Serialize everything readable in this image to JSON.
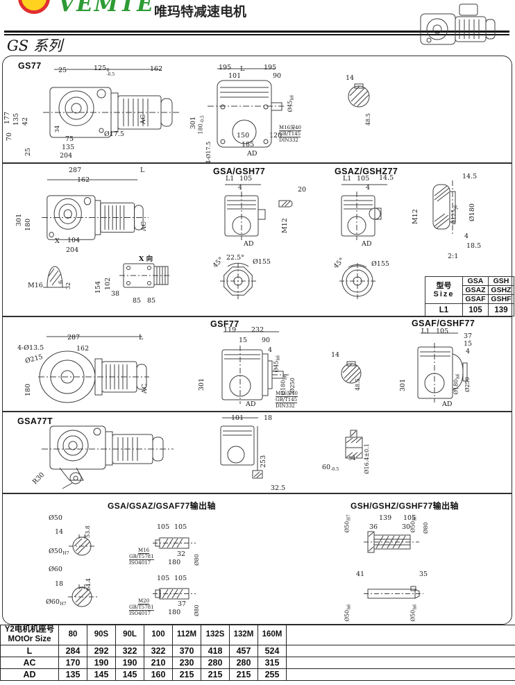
{
  "header": {
    "brand": "VEMTE",
    "tagline": "唯玛特减速电机",
    "series_title": "GS 系列"
  },
  "gs77": {
    "title": "GS77",
    "front": {
      "t25": "25",
      "w125": {
        "v": "125",
        "sup": "0",
        "sub": "-0.5"
      },
      "w162": "162",
      "wL": "L",
      "h177": "177",
      "h135": "135",
      "h42": "42",
      "h70": "70",
      "h25": "25",
      "h34": "34",
      "hole": "Ø17.5",
      "b75": "75",
      "b135": "135",
      "b204": "204",
      "ac": "AC"
    },
    "rear": {
      "t195a": "195",
      "t195b": "195",
      "t101": "101",
      "t90": "90",
      "shaft": {
        "v": "Ø45",
        "sub": "k6"
      },
      "h301": "301",
      "h180": {
        "v": "180",
        "sub": "-0.5"
      },
      "holes": "4-Ø17.5",
      "b150": "150",
      "b120": "120",
      "b185": "185",
      "ad": "AD",
      "note1": "M16深40",
      "note2": "GB/T145",
      "note3": "DIN332"
    },
    "key": {
      "w14": "14",
      "h485": "48.5"
    }
  },
  "gsa": {
    "title": "GSA/GSH77",
    "side": {
      "w287": "287",
      "w162": "162",
      "wL": "L",
      "h301": "301",
      "h180": "180",
      "x": "X",
      "b104": "104",
      "b204": "204",
      "ac": "AC"
    },
    "xview_label": "X 向",
    "plug": {
      "m16": "M16",
      "h6": "6",
      "h32": "32"
    },
    "xview": {
      "h154": "154",
      "h102": "102",
      "b38": "38",
      "b85a": "85",
      "b85b": "85"
    },
    "front": {
      "l1": "L1",
      "w105": "105",
      "w4": "4",
      "ad": "AD"
    },
    "stub": {
      "w20": "20",
      "m12": "M12"
    }
  },
  "gsaz": {
    "title": "GSAZ/GSHZ77",
    "front": {
      "l1": "L1",
      "w105": "105",
      "w145": "14.5",
      "w4": "4",
      "ad": "AD"
    },
    "detail": {
      "t145": "14.5",
      "m12": "M12",
      "d125": {
        "v": "Ø125",
        "sub": "j6"
      },
      "d180": "Ø180",
      "b4": "4",
      "b185": "18.5",
      "scale": "2:1"
    }
  },
  "flanges": {
    "a45a": "45°",
    "a225": "22.5°",
    "d155a": "Ø155",
    "a45b": "45°",
    "d155b": "Ø155"
  },
  "size_table": {
    "h1": "型号",
    "h2": "Size",
    "r1a": "GSA",
    "r1b": "GSH",
    "r2a": "GSAZ",
    "r2b": "GSHZ",
    "r3a": "GSAF",
    "r3b": "GSHF",
    "l1": "L1",
    "v1": "105",
    "v2": "139"
  },
  "gsf": {
    "title": "GSF77",
    "side": {
      "w287": "287",
      "wL": "L",
      "holes": "4-Ø13.5",
      "w162": "162",
      "d215": "Ø215",
      "h180": "180",
      "ac": "AC"
    },
    "front": {
      "t119": "119",
      "t232": "232",
      "t15": "15",
      "t90": "90",
      "t4": "4",
      "h301": "301",
      "shaft": {
        "v": "Ø45",
        "sub": "k6"
      },
      "d180": {
        "v": "Ø180",
        "sub": "h6"
      },
      "d250": "Ø250",
      "ad": "AD",
      "note1": "M16深40",
      "note2": "GB/T145",
      "note3": "DIN332"
    },
    "key": {
      "w14": "14",
      "h485": "48.5"
    }
  },
  "gsaf": {
    "title": "GSAF/GSHF77",
    "front": {
      "l1": "L1",
      "w105": "105",
      "t37": "37",
      "t15": "15",
      "t4": "4",
      "h301": "301",
      "d180": {
        "v": "Ø180",
        "sub": "h6"
      },
      "d250": "Ø250",
      "ad": "AD"
    }
  },
  "gsa77t": {
    "title": "GSA77T",
    "r30": "R30",
    "front": {
      "t101": "101",
      "t18": "18",
      "h253": "253",
      "b325": "32.5"
    },
    "bush": {
      "w54": "54",
      "w60": {
        "v": "60",
        "sub": "-0.5"
      },
      "d164": "Ø16.4±0.1"
    }
  },
  "shafts_a": {
    "title": "GSA/GSAZ/GSAF77输出轴",
    "s50": {
      "d": "Ø50",
      "key": "14",
      "h": "53.8",
      "fit": {
        "v": "Ø50",
        "sup": "H7"
      }
    },
    "s60": {
      "d": "Ø60",
      "key": "18",
      "h": "64.4",
      "fit": {
        "v": "Ø60",
        "sup": "H7"
      }
    },
    "rod1": {
      "t105a": "105",
      "t105b": "105",
      "thread": "M16",
      "std1": "GB/T5781",
      "std2": "ISO4017",
      "w32": "32",
      "w180": "180",
      "d80": "Ø80"
    },
    "rod2": {
      "t105a": "105",
      "t105b": "105",
      "thread": "M20",
      "std1": "GB/T5781",
      "std2": "ISO4017",
      "w37": "37",
      "w180": "180",
      "d80": "Ø80"
    }
  },
  "shafts_h": {
    "title": "GSH/GSHZ/GSHF77输出轴",
    "top": {
      "t139": "139",
      "t105": "105",
      "t36": "36",
      "t30": "30",
      "fl": {
        "v": "Ø50",
        "sup": "H7"
      },
      "fr": {
        "v": "Ø50",
        "sup": "H7"
      },
      "d80": "Ø80"
    },
    "bot": {
      "t41": "41",
      "t35": "35",
      "fl": {
        "v": "Ø50",
        "sub": "h6"
      },
      "fr": {
        "v": "Ø50",
        "sub": "h6"
      }
    }
  },
  "motor_table": {
    "h1": "Y2电机机座号",
    "h2": "MOtOr Size",
    "columns": [
      "80",
      "90S",
      "90L",
      "100",
      "112M",
      "132S",
      "132M",
      "160M"
    ],
    "rows": [
      {
        "label": "L",
        "values": [
          "284",
          "292",
          "322",
          "322",
          "370",
          "418",
          "457",
          "524"
        ]
      },
      {
        "label": "AC",
        "values": [
          "170",
          "190",
          "190",
          "210",
          "230",
          "280",
          "280",
          "315"
        ]
      },
      {
        "label": "AD",
        "values": [
          "135",
          "145",
          "145",
          "160",
          "215",
          "215",
          "215",
          "255"
        ]
      }
    ]
  }
}
